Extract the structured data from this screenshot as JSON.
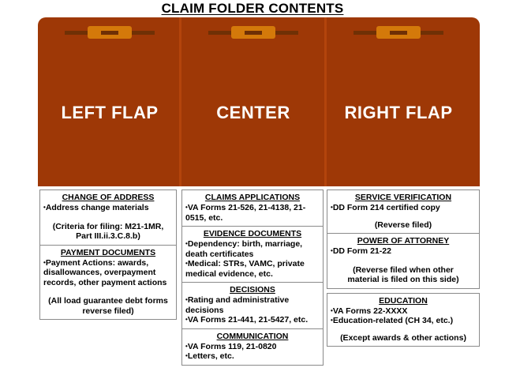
{
  "page": {
    "title": "CLAIM FOLDER CONTENTS"
  },
  "colors": {
    "folder": "#9E3806",
    "folder_crease": "#B3440C",
    "fastener_plate": "#D4790A",
    "fastener_prong": "#703005",
    "flap_label_text": "#FFFFFF",
    "box_border": "#8A8A8A",
    "background": "#FFFFFF"
  },
  "folder": {
    "panels": [
      {
        "id": "left",
        "label": "LEFT FLAP",
        "fastener": "two-prong-fastener"
      },
      {
        "id": "center",
        "label": "CENTER",
        "fastener": "two-prong-fastener"
      },
      {
        "id": "right",
        "label": "RIGHT FLAP",
        "fastener": "two-prong-fastener"
      }
    ]
  },
  "columns": {
    "left": {
      "groups": [
        {
          "title": "CHANGE OF ADDRESS",
          "bullets": [
            "Address change materials"
          ],
          "notes": [
            "(Criteria for filing: M21-1MR,",
            "Part III.ii.3.C.8.b)"
          ]
        },
        {
          "title": "PAYMENT DOCUMENTS",
          "bullets": [
            "Payment Actions: awards, disallowances, overpayment records, other payment actions"
          ],
          "notes": [
            "(All load guarantee debt forms",
            "reverse filed)"
          ]
        }
      ]
    },
    "center": {
      "groups": [
        {
          "title": "CLAIMS APPLICATIONS",
          "bullets": [
            "VA Forms 21-526, 21-4138, 21-0515, etc."
          ],
          "notes": []
        },
        {
          "title": "EVIDENCE DOCUMENTS",
          "bullets": [
            "Dependency: birth, marriage, death certificates",
            "Medical: STRs, VAMC, private medical evidence, etc."
          ],
          "notes": []
        },
        {
          "title": "DECISIONS",
          "bullets": [
            "Rating and administrative decisions",
            "VA Forms 21-441, 21-5427, etc."
          ],
          "notes": []
        },
        {
          "title": "COMMUNICATION",
          "bullets": [
            "VA Forms 119, 21-0820",
            "Letters, etc."
          ],
          "notes": []
        }
      ]
    },
    "right": {
      "groups": [
        {
          "title": "SERVICE VERIFICATION",
          "bullets": [
            "DD Form 214 certified copy"
          ],
          "notes": [
            "(Reverse filed)"
          ]
        },
        {
          "title": "POWER OF ATTORNEY",
          "bullets": [
            "DD Form 21-22"
          ],
          "notes": [
            "(Reverse filed when other",
            "material is filed on this side)"
          ]
        },
        {
          "title": "EDUCATION ",
          "bullets": [
            "VA Forms 22-XXXX",
            "Education-related (CH 34, etc.)"
          ],
          "notes": [
            "(Except awards & other actions)"
          ]
        }
      ]
    }
  }
}
